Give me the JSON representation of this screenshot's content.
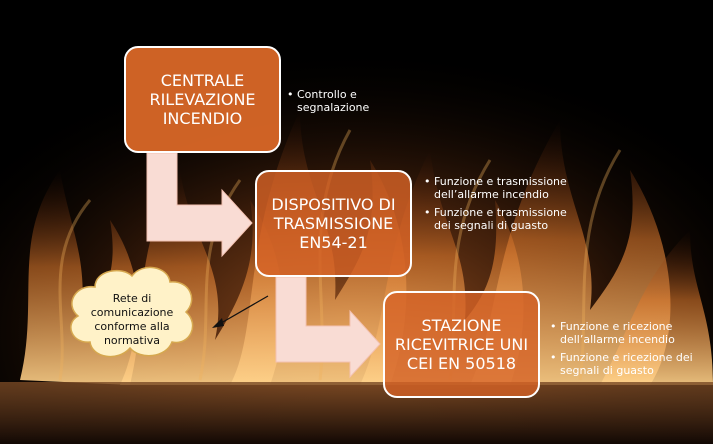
{
  "diagram": {
    "boxes": [
      {
        "label": "CENTRALE\nRILEVAZIONE\nINCENDIO"
      },
      {
        "label": "DISPOSITIVO DI\nTRASMISSIONE\nEN54-21"
      },
      {
        "label": "STAZIONE\nRICEVITRICE UNI\nCEI EN 50518"
      }
    ],
    "bullets": [
      [
        "Controllo e segnalazione"
      ],
      [
        "Funzione e trasmissione dell’allarme incendio",
        "Funzione e trasmissione dei segnali di guasto"
      ],
      [
        "Funzione e ricezione dell’allarme incendio",
        "Funzione e ricezione dei segnali di guasto"
      ]
    ],
    "callout": "Rete di\ncomunicazione\nconforme alla\nnormativa"
  },
  "colors": {
    "box_fill": "#de6928",
    "box_border": "#ffffff",
    "arrow_fill": "#f9dcd4",
    "callout_fill": "#fff2c8",
    "callout_border": "#d6a84f",
    "flame": "#e89a3a"
  }
}
